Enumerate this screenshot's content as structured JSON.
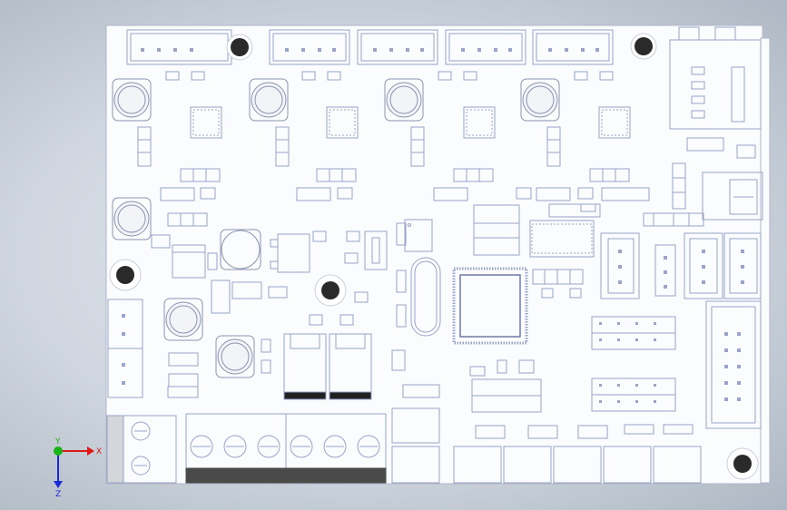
{
  "axis_triad": {
    "x_label": "X",
    "y_label": "Y",
    "z_label": "Z"
  },
  "colors": {
    "background": "#c8d0da",
    "board_fill": "#fbfcfe",
    "outline": "#9aa3c9",
    "hole": "#2a2a2a",
    "x_axis": "#e01818",
    "y_axis": "#17b317",
    "z_axis": "#1a2ad8"
  }
}
